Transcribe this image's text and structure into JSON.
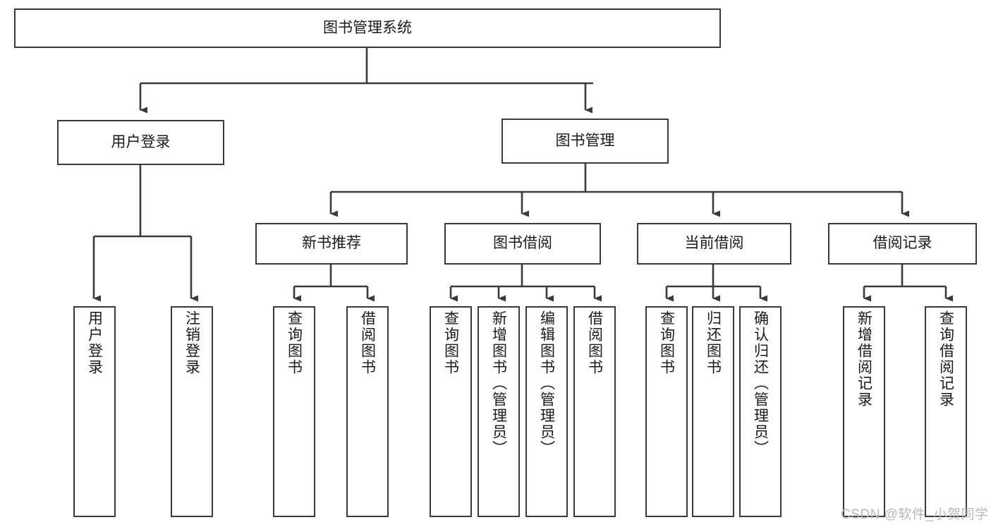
{
  "diagram": {
    "type": "tree-hierarchy",
    "title": "图书管理系统",
    "watermark": "CSDN @软件_小贺同学",
    "colors": {
      "box_border": "#3a3a3a",
      "box_fill": "#ffffff",
      "connector": "#3a3a3a",
      "text": "#1a1a1a",
      "watermark": "#b9b9b9",
      "background": "#ffffff"
    },
    "nodes": {
      "root": {
        "label": "图书管理系统",
        "orientation": "horizontal"
      },
      "level2": [
        {
          "id": "user-login",
          "label": "用户登录",
          "orientation": "horizontal"
        },
        {
          "id": "book-management",
          "label": "图书管理",
          "orientation": "horizontal"
        }
      ],
      "level3": [
        {
          "id": "new-book-recommend",
          "label": "新书推荐",
          "orientation": "horizontal"
        },
        {
          "id": "book-borrow",
          "label": "图书借阅",
          "orientation": "horizontal"
        },
        {
          "id": "current-borrow",
          "label": "当前借阅",
          "orientation": "horizontal"
        },
        {
          "id": "borrow-record",
          "label": "借阅记录",
          "orientation": "horizontal"
        }
      ],
      "leaves": [
        {
          "id": "leaf-user-login",
          "label": "用户登录",
          "parent": "user-login",
          "orientation": "vertical"
        },
        {
          "id": "leaf-logout-login",
          "label": "注销登录",
          "parent": "user-login",
          "orientation": "vertical"
        },
        {
          "id": "leaf-query-book-1",
          "label": "查询图书",
          "parent": "new-book-recommend",
          "orientation": "vertical"
        },
        {
          "id": "leaf-borrow-book-1",
          "label": "借阅图书",
          "parent": "new-book-recommend",
          "orientation": "vertical"
        },
        {
          "id": "leaf-query-book-2",
          "label": "查询图书",
          "parent": "book-borrow",
          "orientation": "vertical"
        },
        {
          "id": "leaf-add-book",
          "label": "新增图书（管理员）",
          "parent": "book-borrow",
          "orientation": "vertical"
        },
        {
          "id": "leaf-edit-book",
          "label": "编辑图书（管理员）",
          "parent": "book-borrow",
          "orientation": "vertical"
        },
        {
          "id": "leaf-borrow-book-2",
          "label": "借阅图书",
          "parent": "book-borrow",
          "orientation": "vertical"
        },
        {
          "id": "leaf-query-book-3",
          "label": "查询图书",
          "parent": "current-borrow",
          "orientation": "vertical"
        },
        {
          "id": "leaf-return-book",
          "label": "归还图书",
          "parent": "current-borrow",
          "orientation": "vertical"
        },
        {
          "id": "leaf-confirm-return",
          "label": "确认归还（管理员）",
          "parent": "current-borrow",
          "orientation": "vertical"
        },
        {
          "id": "leaf-add-record",
          "label": "新增借阅记录",
          "parent": "borrow-record",
          "orientation": "vertical"
        },
        {
          "id": "leaf-query-record",
          "label": "查询借阅记录",
          "parent": "borrow-record",
          "orientation": "vertical"
        }
      ]
    },
    "edges": [
      {
        "from": "图书管理系统",
        "to": "用户登录"
      },
      {
        "from": "图书管理系统",
        "to": "图书管理"
      },
      {
        "from": "图书管理",
        "to": "新书推荐"
      },
      {
        "from": "图书管理",
        "to": "图书借阅"
      },
      {
        "from": "图书管理",
        "to": "当前借阅"
      },
      {
        "from": "图书管理",
        "to": "借阅记录"
      },
      {
        "from": "用户登录",
        "to": "用户登录"
      },
      {
        "from": "用户登录",
        "to": "注销登录"
      },
      {
        "from": "新书推荐",
        "to": "查询图书"
      },
      {
        "from": "新书推荐",
        "to": "借阅图书"
      },
      {
        "from": "图书借阅",
        "to": "查询图书"
      },
      {
        "from": "图书借阅",
        "to": "新增图书（管理员）"
      },
      {
        "from": "图书借阅",
        "to": "编辑图书（管理员）"
      },
      {
        "from": "图书借阅",
        "to": "借阅图书"
      },
      {
        "from": "当前借阅",
        "to": "查询图书"
      },
      {
        "from": "当前借阅",
        "to": "归还图书"
      },
      {
        "from": "当前借阅",
        "to": "确认归还（管理员）"
      },
      {
        "from": "借阅记录",
        "to": "新增借阅记录"
      },
      {
        "from": "借阅记录",
        "to": "查询借阅记录"
      }
    ]
  }
}
